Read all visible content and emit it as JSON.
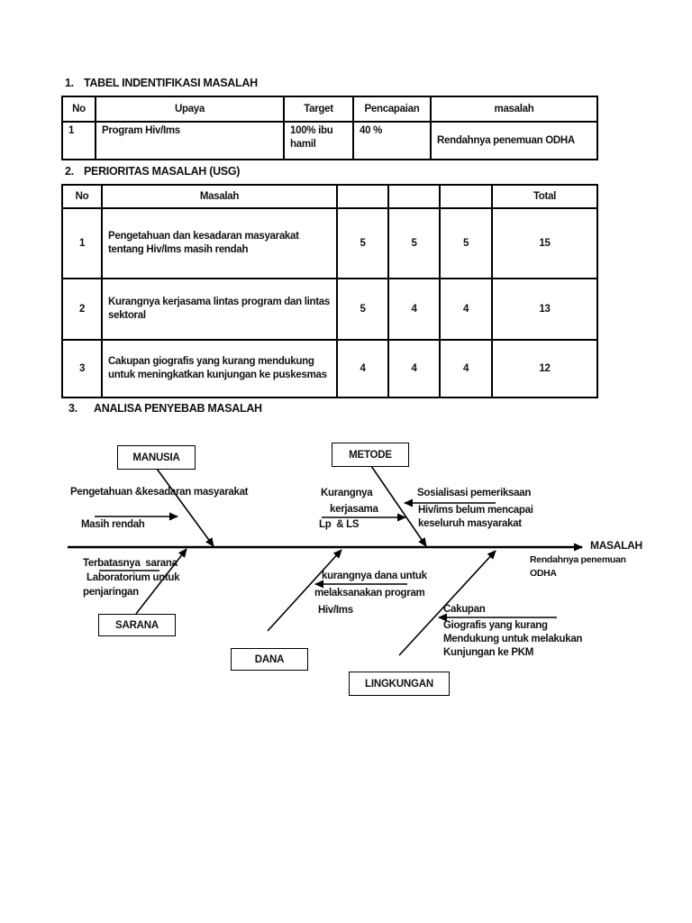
{
  "colors": {
    "ink": "#111111",
    "paper": "#ffffff",
    "line": "#000000"
  },
  "section1": {
    "number": "1.",
    "title": "TABEL INDENTIFIKASI MASALAH",
    "table": {
      "headers": [
        "No",
        "Upaya",
        "Target",
        "Pencapaian",
        "masalah"
      ],
      "rows": [
        [
          "1",
          "Program Hiv/Ims",
          "100% ibu hamil",
          "40 %",
          "Rendahnya penemuan ODHA"
        ]
      ]
    }
  },
  "section2": {
    "number": "2.",
    "title": "PERIORITAS MASALAH (USG)",
    "table": {
      "headers": [
        "No",
        "Masalah",
        "",
        "",
        "",
        "Total"
      ],
      "rows": [
        [
          "1",
          "Pengetahuan dan kesadaran masyarakat tentang Hiv/Ims masih rendah",
          "5",
          "5",
          "5",
          "15"
        ],
        [
          "2",
          "Kurangnya kerjasama lintas program dan lintas sektoral",
          "5",
          "4",
          "4",
          "13"
        ],
        [
          "3",
          "Cakupan giografis yang kurang mendukung untuk meningkatkan kunjungan ke puskesmas",
          "4",
          "4",
          "4",
          "12"
        ]
      ]
    }
  },
  "section3": {
    "number": "3.",
    "title": "ANALISA PENYEBAB MASALAH",
    "fishbone": {
      "effect": {
        "title": "MASALAH",
        "line1": "Rendahnya penemuan",
        "line2": "ODHA"
      },
      "categories": {
        "manusia": "MANUSIA",
        "metode": "METODE",
        "sarana": "SARANA",
        "dana": "DANA",
        "lingkungan": "LINGKUNGAN"
      },
      "causes": {
        "manusia_line1": "Pengetahuan &kesadaran masyarakat",
        "manusia_line2": "Masih rendah",
        "metode_line1": "Kurangnya",
        "metode_line2": "kerjasama",
        "metode_line3": "Lp  & LS",
        "metode_note1": "Sosialisasi pemeriksaan",
        "metode_note2": "Hiv/ims belum mencapai",
        "metode_note3": "keseluruh masyarakat",
        "sarana_line1": "Terbatasnya  sarana",
        "sarana_line2": "Laboratorium untuk",
        "sarana_line3": "penjaringan",
        "dana_line1": "kurangnya dana untuk",
        "dana_line2": "melaksanakan program",
        "dana_line3": "Hiv/Ims",
        "lingkungan_line1": "Cakupan",
        "lingkungan_line2": "Giografis yang kurang",
        "lingkungan_line3": "Mendukung untuk melakukan",
        "lingkungan_line4": "Kunjungan ke PKM"
      }
    }
  }
}
